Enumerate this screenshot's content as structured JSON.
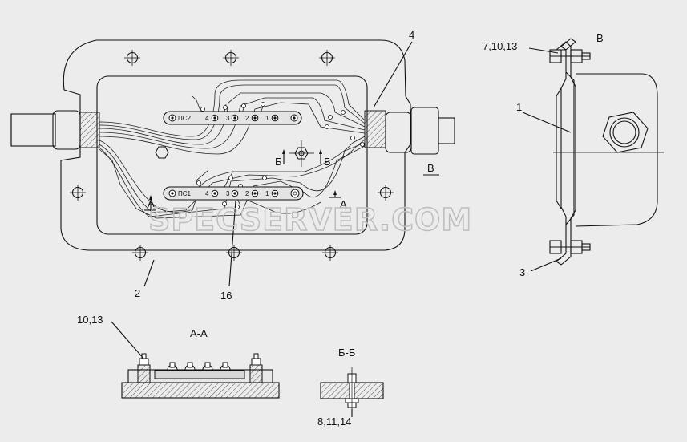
{
  "labels": {
    "l4": "4",
    "l71013": "7,10,13",
    "lB_view": "В",
    "l1": "1",
    "l3": "3",
    "l2": "2",
    "l16": "16",
    "l1013": "10,13",
    "lAA": "А-А",
    "lBB": "Б-Б",
    "l81114": "8,11,14",
    "lA_left": "А",
    "lA_right": "А",
    "lB_left": "Б",
    "lB_right": "Б",
    "lB_arrow": "В"
  },
  "terminal_top": {
    "name": "ПС2",
    "n4": "4",
    "n3": "3",
    "n2": "2",
    "n1": "1"
  },
  "terminal_bottom": {
    "name": "ПС1",
    "n4": "4",
    "n3": "3",
    "n2": "2",
    "n1": "1"
  },
  "watermark": "SPECSERVER.COM"
}
